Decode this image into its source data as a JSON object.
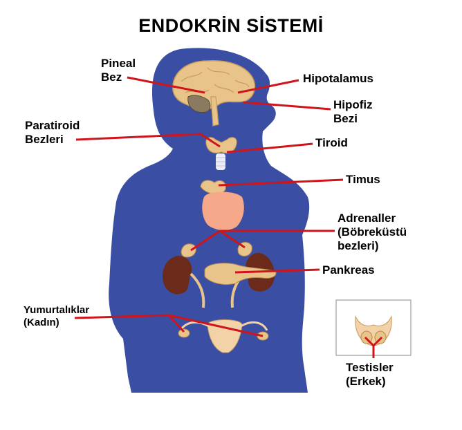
{
  "title": "ENDOKRİN SİSTEMİ",
  "colors": {
    "body": "#3a4fa3",
    "organ": "#e8c48a",
    "organ_dark": "#c79b5a",
    "heart": "#f5a98a",
    "kidney": "#6b2a1a",
    "line": "#d0141c"
  },
  "labels": {
    "pineal": [
      "Pineal",
      "Bez"
    ],
    "hipotalamus": "Hipotalamus",
    "hipofiz": [
      "Hipofiz",
      "Bezi"
    ],
    "paratiroid": [
      "Paratiroid",
      "Bezleri"
    ],
    "tiroid": "Tiroid",
    "timus": "Timus",
    "adrenaller": [
      "Adrenaller",
      "(Böbreküstü",
      "bezleri)"
    ],
    "pankreas": "Pankreas",
    "yumurtaliklar": [
      "Yumurtalıklar",
      "(Kadın)"
    ],
    "testisler": [
      "Testisler",
      "(Erkek)"
    ]
  }
}
